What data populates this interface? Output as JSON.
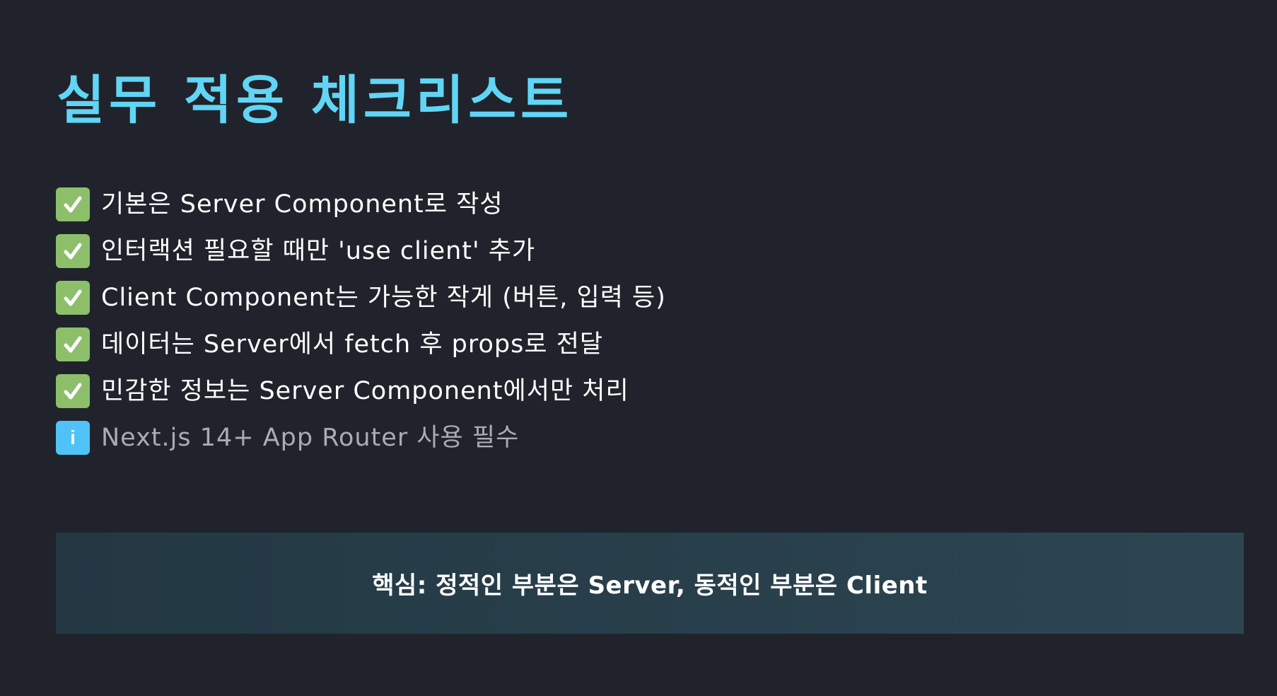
{
  "title": "실무 적용 체크리스트",
  "checklist": {
    "items": [
      {
        "icon": "checkmark-icon",
        "text": "기본은 Server Component로 작성"
      },
      {
        "icon": "checkmark-icon",
        "text": "인터랙션 필요할 때만 'use client' 추가"
      },
      {
        "icon": "checkmark-icon",
        "text": "Client Component는 가능한 작게 (버튼, 입력 등)"
      },
      {
        "icon": "checkmark-icon",
        "text": "데이터는 Server에서 fetch 후 props로 전달"
      },
      {
        "icon": "checkmark-icon",
        "text": "민감한 정보는 Server Component에서만 처리"
      },
      {
        "icon": "info-icon",
        "glyph": "i",
        "text": "Next.js 14+ App Router 사용 필수"
      }
    ]
  },
  "summary": {
    "text": "핵심: 정적인 부분은 Server, 동적인 부분은 Client"
  },
  "colors": {
    "background": "#20232b",
    "title": "#61d5f5",
    "check_box": "#8dbf6b",
    "info_box": "#4fc3f7",
    "note_text": "#a9acb3",
    "summary_bg": "#2a424e"
  }
}
